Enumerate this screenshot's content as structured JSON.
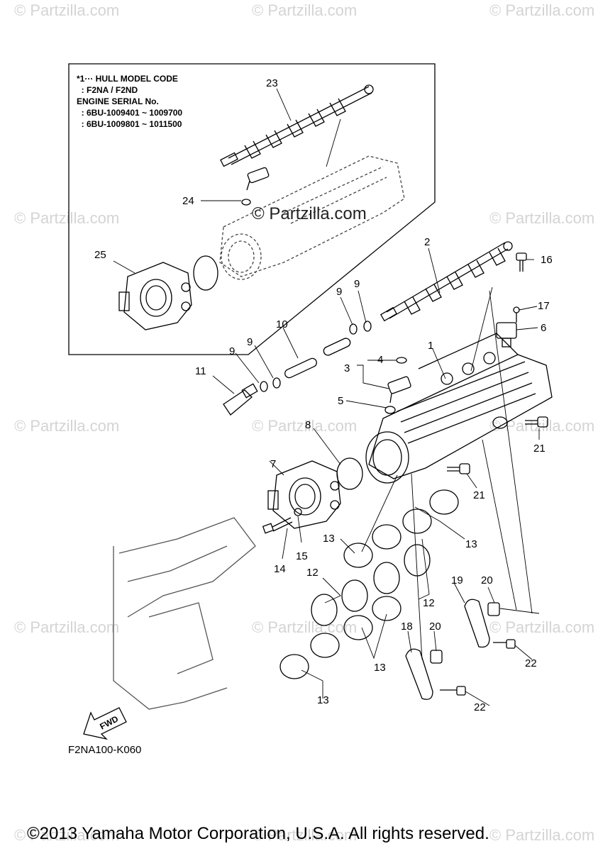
{
  "watermark": "© Partzilla.com",
  "center_watermark": "© Partzilla.com",
  "inset_note": {
    "line1": "*1··· HULL MODEL CODE",
    "line2": "  : F2NA / F2ND",
    "line3": "ENGINE SERIAL No.",
    "line4": "  : 6BU-1009401 ~ 1009700",
    "line5": "  : 6BU-1009801 ~ 1011500"
  },
  "callouts": {
    "c1": "1",
    "c2": "2",
    "c3": "3",
    "c4": "4",
    "c5": "5",
    "c6": "6",
    "c7": "7",
    "c8": "8",
    "c9a": "9",
    "c9b": "9",
    "c9c": "9",
    "c9d": "9",
    "c10": "10",
    "c11": "11",
    "c12a": "12",
    "c12b": "12",
    "c13a": "13",
    "c13b": "13",
    "c13c": "13",
    "c13d": "13",
    "c14": "14",
    "c15": "15",
    "c16": "16",
    "c17": "17",
    "c18": "18",
    "c19": "19",
    "c20a": "20",
    "c20b": "20",
    "c21a": "21",
    "c21b": "21",
    "c22a": "22",
    "c22b": "22",
    "c23": "23",
    "c24": "24",
    "c25": "25"
  },
  "fwd_label": "FWD",
  "diagram_code": "F2NA100-K060",
  "copyright": "©2013 Yamaha Motor Corporation, U.S.A. All rights reserved."
}
